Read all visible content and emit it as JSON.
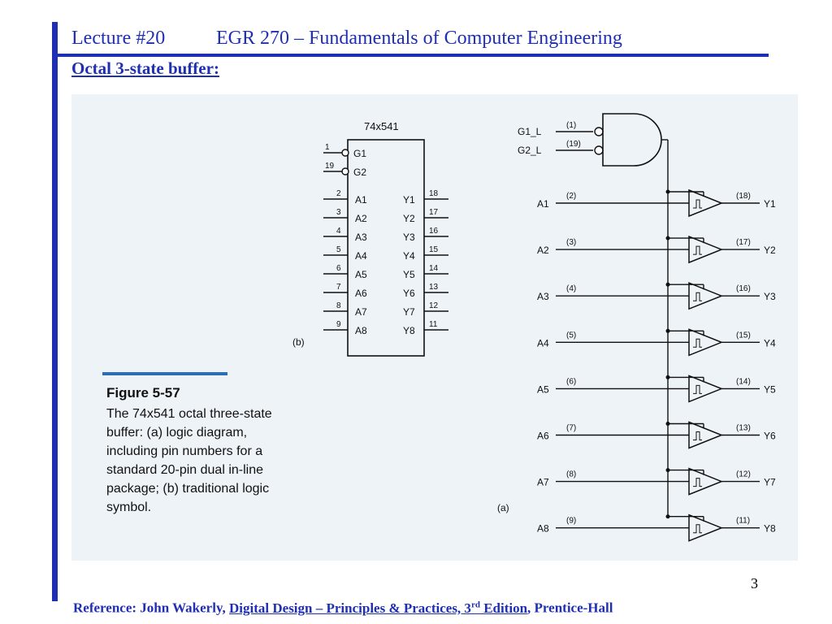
{
  "header": {
    "lecture": "Lecture #20",
    "course": "EGR 270 – Fundamentals of Computer Engineering"
  },
  "slide": {
    "subtitle": "Octal 3-state buffer:",
    "page_number": "3"
  },
  "figure": {
    "symbol": {
      "chip_name": "74x541",
      "enable_pins": [
        {
          "num": "1",
          "label": "G1"
        },
        {
          "num": "19",
          "label": "G2"
        }
      ],
      "inputs": [
        {
          "num": "2",
          "label": "A1"
        },
        {
          "num": "3",
          "label": "A2"
        },
        {
          "num": "4",
          "label": "A3"
        },
        {
          "num": "5",
          "label": "A4"
        },
        {
          "num": "6",
          "label": "A5"
        },
        {
          "num": "7",
          "label": "A6"
        },
        {
          "num": "8",
          "label": "A7"
        },
        {
          "num": "9",
          "label": "A8"
        }
      ],
      "outputs": [
        {
          "num": "18",
          "label": "Y1"
        },
        {
          "num": "17",
          "label": "Y2"
        },
        {
          "num": "16",
          "label": "Y3"
        },
        {
          "num": "15",
          "label": "Y4"
        },
        {
          "num": "14",
          "label": "Y5"
        },
        {
          "num": "13",
          "label": "Y6"
        },
        {
          "num": "12",
          "label": "Y7"
        },
        {
          "num": "11",
          "label": "Y8"
        }
      ],
      "tag": "(b)"
    },
    "logic": {
      "enables": [
        {
          "label": "G1_L",
          "pin": "(1)"
        },
        {
          "label": "G2_L",
          "pin": "(19)"
        }
      ],
      "inputs": [
        {
          "label": "A1",
          "pin": "(2)"
        },
        {
          "label": "A2",
          "pin": "(3)"
        },
        {
          "label": "A3",
          "pin": "(4)"
        },
        {
          "label": "A4",
          "pin": "(5)"
        },
        {
          "label": "A5",
          "pin": "(6)"
        },
        {
          "label": "A6",
          "pin": "(7)"
        },
        {
          "label": "A7",
          "pin": "(8)"
        },
        {
          "label": "A8",
          "pin": "(9)"
        }
      ],
      "outputs": [
        {
          "label": "Y1",
          "pin": "(18)"
        },
        {
          "label": "Y2",
          "pin": "(17)"
        },
        {
          "label": "Y3",
          "pin": "(16)"
        },
        {
          "label": "Y4",
          "pin": "(15)"
        },
        {
          "label": "Y5",
          "pin": "(14)"
        },
        {
          "label": "Y6",
          "pin": "(13)"
        },
        {
          "label": "Y7",
          "pin": "(12)"
        },
        {
          "label": "Y8",
          "pin": "(11)"
        }
      ],
      "tag": "(a)"
    },
    "caption": {
      "title": "Figure 5-57",
      "lines": [
        "The 74x541 octal three-state",
        "buffer: (a) logic diagram,",
        "including pin numbers for a",
        "standard 20-pin dual in-line",
        "package; (b) traditional logic",
        "symbol."
      ]
    }
  },
  "footer": {
    "prefix": "Reference:  John Wakerly, ",
    "book_title": "Digital Design – Principles & Practices, 3",
    "sup": "rd",
    "edition": " Edition",
    "publisher": ", Prentice-Hall"
  },
  "colors": {
    "accent": "#1f2fb3",
    "page_tint": "#eef3f8",
    "caption_rule": "#2a6fb5"
  }
}
